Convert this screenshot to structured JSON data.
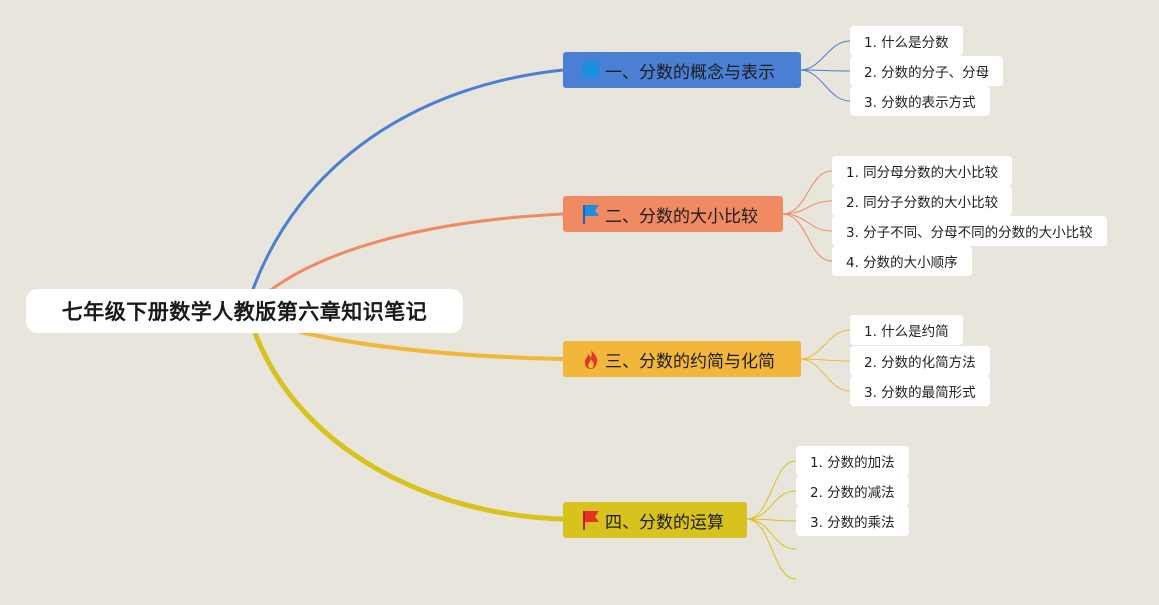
{
  "root": {
    "title": "七年级下册数学人教版第六章知识笔记"
  },
  "branches": [
    {
      "label": "一、分数的概念与表示",
      "color": "#4a7fd4",
      "icon": "blue-square-icon",
      "items": [
        "1. 什么是分数",
        "2. 分数的分子、分母",
        "3. 分数的表示方式"
      ]
    },
    {
      "label": "二、分数的大小比较",
      "color": "#f08a62",
      "icon": "blue-flag-icon",
      "items": [
        "1. 同分母分数的大小比较",
        "2. 同分子分数的大小比较",
        "3. 分子不同、分母不同的分数的大小比较",
        "4. 分数的大小顺序"
      ]
    },
    {
      "label": "三、分数的约简与化简",
      "color": "#f2b73a",
      "icon": "fire-icon",
      "items": [
        "1. 什么是约简",
        "2. 分数的化简方法",
        "3. 分数的最简形式"
      ]
    },
    {
      "label": "四、分数的运算",
      "color": "#d8c21e",
      "icon": "red-flag-icon",
      "items": [
        "1. 分数的加法",
        "2. 分数的减法",
        "3. 分数的乘法"
      ]
    }
  ]
}
